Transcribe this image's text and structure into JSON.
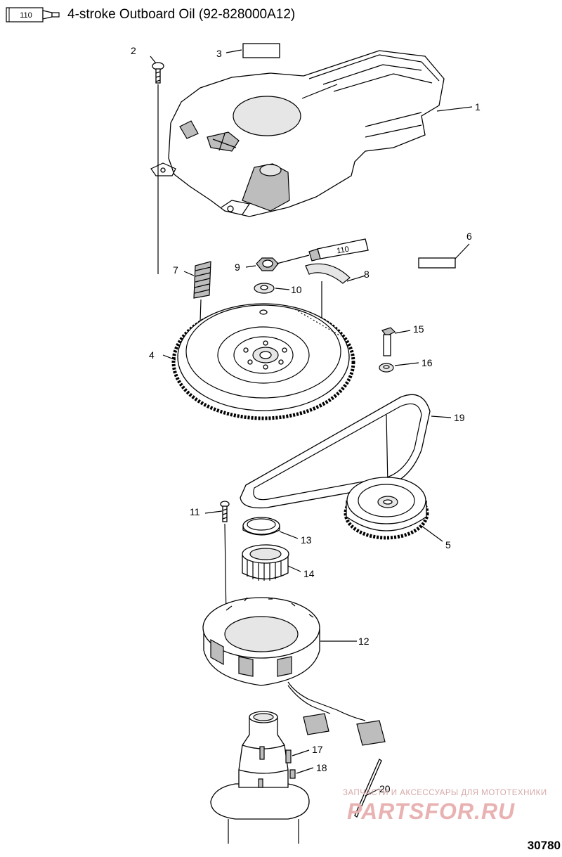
{
  "legend": {
    "tube_label": "110",
    "text": "4-stroke Outboard Oil (92-828000A12)"
  },
  "callouts": [
    {
      "id": "callout-1",
      "label": "1"
    },
    {
      "id": "callout-2",
      "label": "2"
    },
    {
      "id": "callout-3",
      "label": "3"
    },
    {
      "id": "callout-4",
      "label": "4"
    },
    {
      "id": "callout-5",
      "label": "5"
    },
    {
      "id": "callout-6",
      "label": "6"
    },
    {
      "id": "callout-7",
      "label": "7"
    },
    {
      "id": "callout-8",
      "label": "8"
    },
    {
      "id": "callout-9",
      "label": "9"
    },
    {
      "id": "callout-10",
      "label": "10"
    },
    {
      "id": "callout-11",
      "label": "11"
    },
    {
      "id": "callout-12",
      "label": "12"
    },
    {
      "id": "callout-13",
      "label": "13"
    },
    {
      "id": "callout-14",
      "label": "14"
    },
    {
      "id": "callout-15",
      "label": "15"
    },
    {
      "id": "callout-16",
      "label": "16"
    },
    {
      "id": "callout-17",
      "label": "17"
    },
    {
      "id": "callout-18",
      "label": "18"
    },
    {
      "id": "callout-19",
      "label": "19"
    },
    {
      "id": "callout-20",
      "label": "20"
    }
  ],
  "tube_label_in_drawing": "110",
  "figure_id": "30780",
  "watermark": {
    "tagline": "ЗАПЧАСТИ И АКСЕССУАРЫ ДЛЯ МОТОТЕХНИКИ",
    "brand": "PARTSFOR.RU"
  },
  "colors": {
    "line": "#000000",
    "background": "#ffffff",
    "watermark": "#e9b2b2"
  }
}
